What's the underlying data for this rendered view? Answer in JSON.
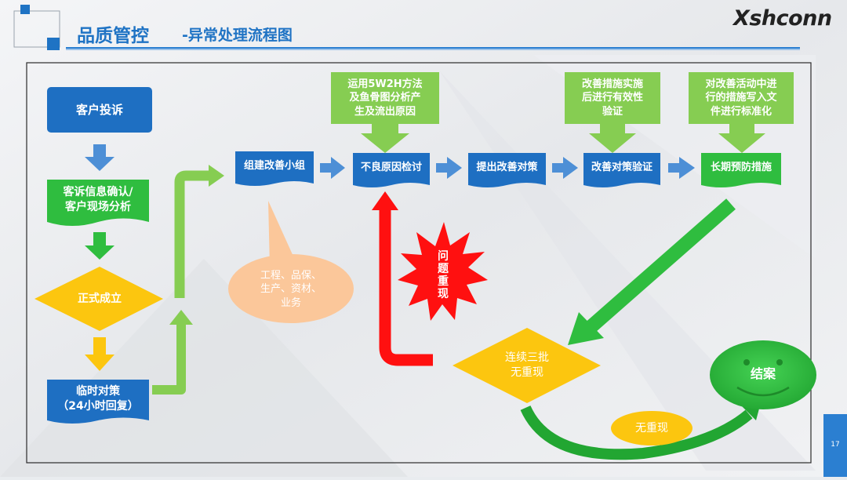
{
  "header": {
    "title": "品质管控",
    "subtitle": "-异常处理流程图",
    "logo": "Xshconn",
    "page_number": "17"
  },
  "colors": {
    "blue": "#1e6fc2",
    "green": "#2fbd3f",
    "light_green": "#86cd52",
    "yellow": "#fcc60f",
    "orange": "#fbc79a",
    "red": "#ff1010",
    "arrow_blue": "#4d8fd6",
    "accent_blue": "#2b7fd1"
  },
  "flow": {
    "complaint": "客户投诉",
    "confirm": "客诉信息确认/\n客户现场分析",
    "establish": "正式成立",
    "temporary": "临时对策\n（24小时回复）",
    "team": "组建改善小组",
    "root_cause": "不良原因检讨",
    "countermeasure": "提出改善对策",
    "verify": "改善对策验证",
    "prevention": "长期预防措施",
    "callout_5w2h": "运用5W2H方法\n及鱼骨图分析产\n生及流出原因",
    "callout_verify": "改善措施实施\n后进行有效性\n验证",
    "callout_standard": "对改善活动中进\n行的措施写入文\n件进行标准化",
    "team_members": "工程、品保、\n生产、资材、\n业务",
    "recur": "问\n题\n重\n现",
    "decision": "连续三批\n无重现",
    "no_recur": "无重现",
    "close": "结案"
  }
}
